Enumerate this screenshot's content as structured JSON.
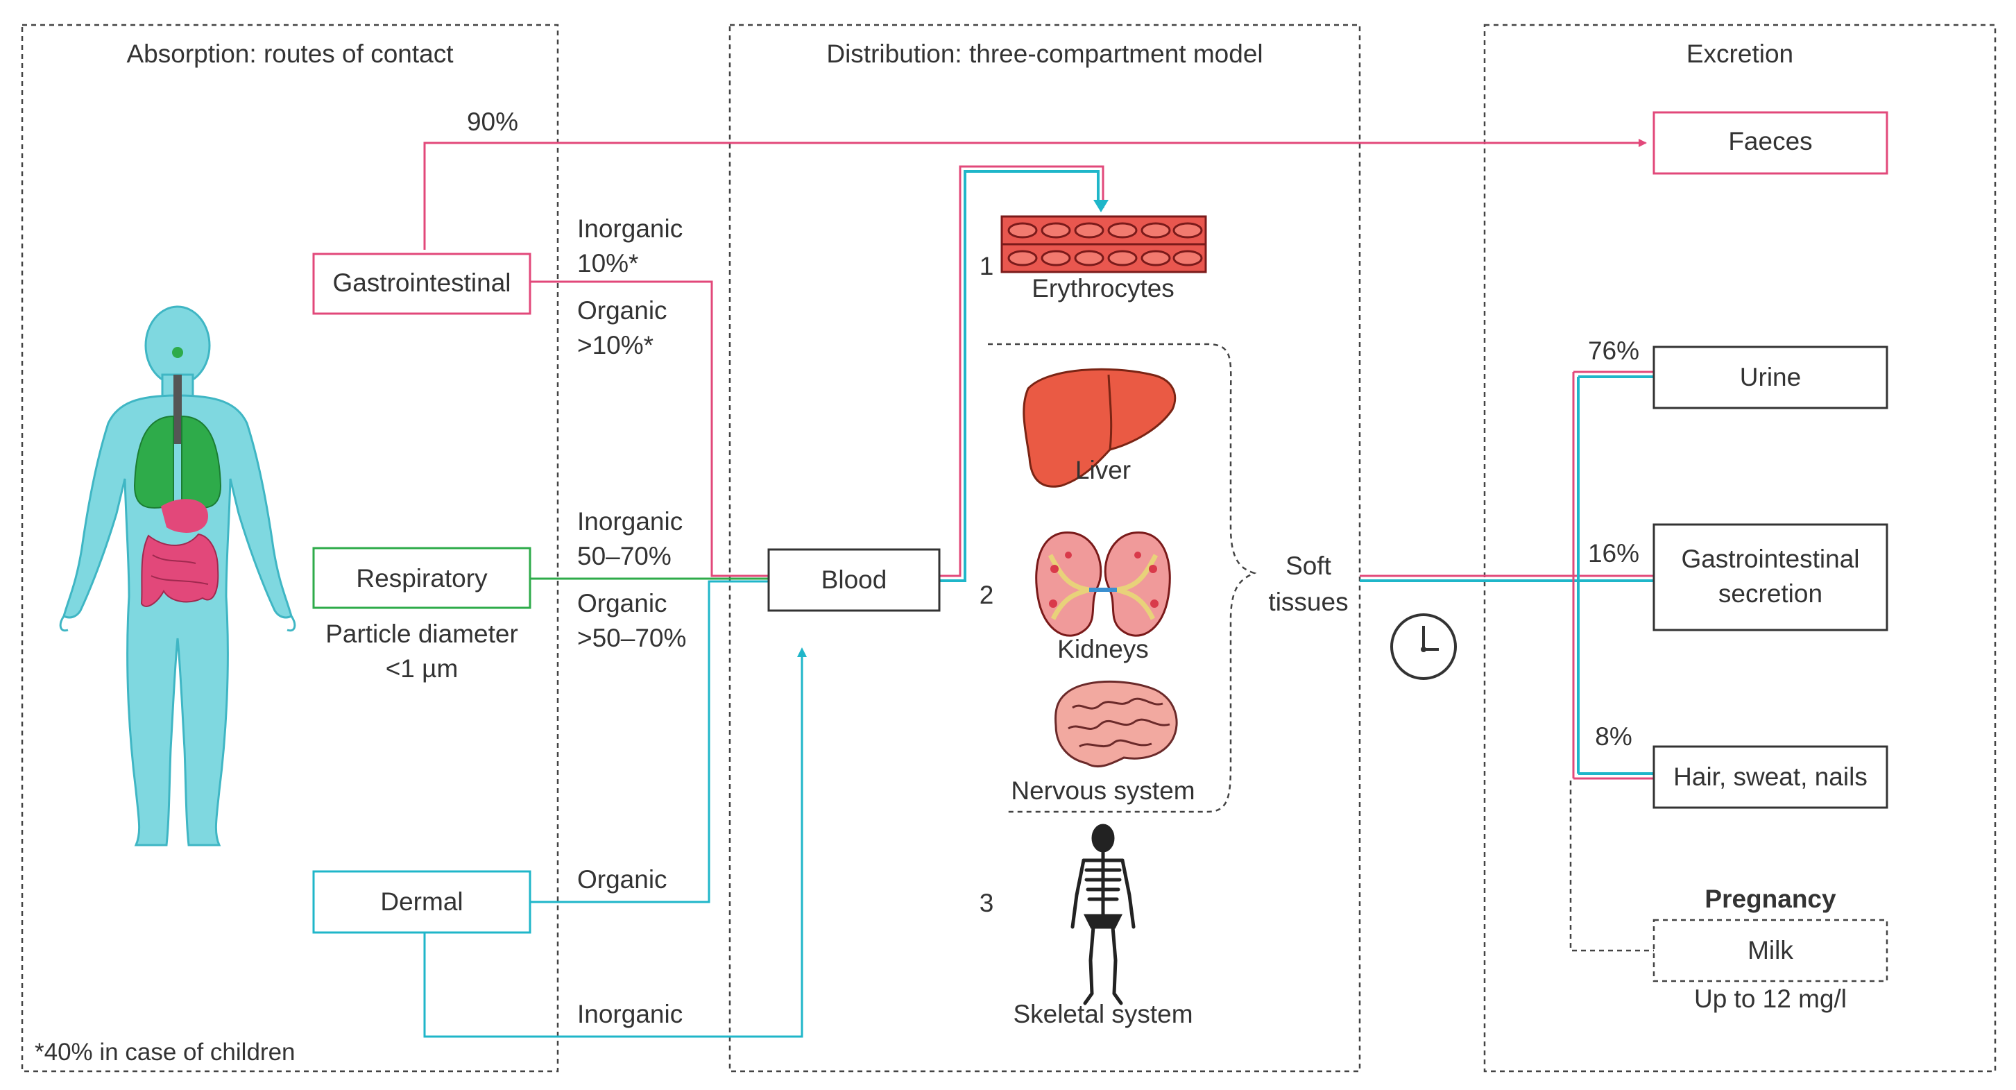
{
  "colors": {
    "pink": "#e2487a",
    "green": "#2eab4a",
    "cyan": "#1fb6c9",
    "text": "#333333",
    "dashed": "#444444"
  },
  "sections": {
    "absorption": "Absorption: routes of contact",
    "distribution": "Distribution: three-compartment model",
    "excretion": "Excretion"
  },
  "routes": {
    "gi": "Gastrointestinal",
    "resp": "Respiratory",
    "resp_note1": "Particle diameter",
    "resp_note2": "<1 µm",
    "dermal": "Dermal"
  },
  "percent_labels": {
    "faeces_pct": "90%",
    "gi_inorg1": "Inorganic",
    "gi_inorg2": "10%*",
    "gi_org1": "Organic",
    "gi_org2": ">10%*",
    "resp_inorg1": "Inorganic",
    "resp_inorg2": "50–70%",
    "resp_org1": "Organic",
    "resp_org2": ">50–70%",
    "dermal_org": "Organic",
    "dermal_inorg": "Inorganic"
  },
  "distribution": {
    "blood": "Blood",
    "c1": "1",
    "c2": "2",
    "c3": "3",
    "erythrocytes": "Erythrocytes",
    "liver": "Liver",
    "kidneys": "Kidneys",
    "nervous": "Nervous system",
    "skeletal": "Skeletal system",
    "soft1": "Soft",
    "soft2": "tissues"
  },
  "excretion": {
    "faeces": "Faeces",
    "urine": "Urine",
    "urine_pct": "76%",
    "gis1": "Gastrointestinal",
    "gis2": "secretion",
    "gis_pct": "16%",
    "hair": "Hair, sweat, nails",
    "hair_pct": "8%",
    "pregnancy": "Pregnancy",
    "milk": "Milk",
    "milk_note": "Up to 12 mg/l"
  },
  "footnote": "*40% in case of children",
  "icons": [
    "human-body-icon",
    "erythrocytes-icon",
    "liver-icon",
    "kidneys-icon",
    "brain-icon",
    "skeleton-icon",
    "clock-icon"
  ]
}
